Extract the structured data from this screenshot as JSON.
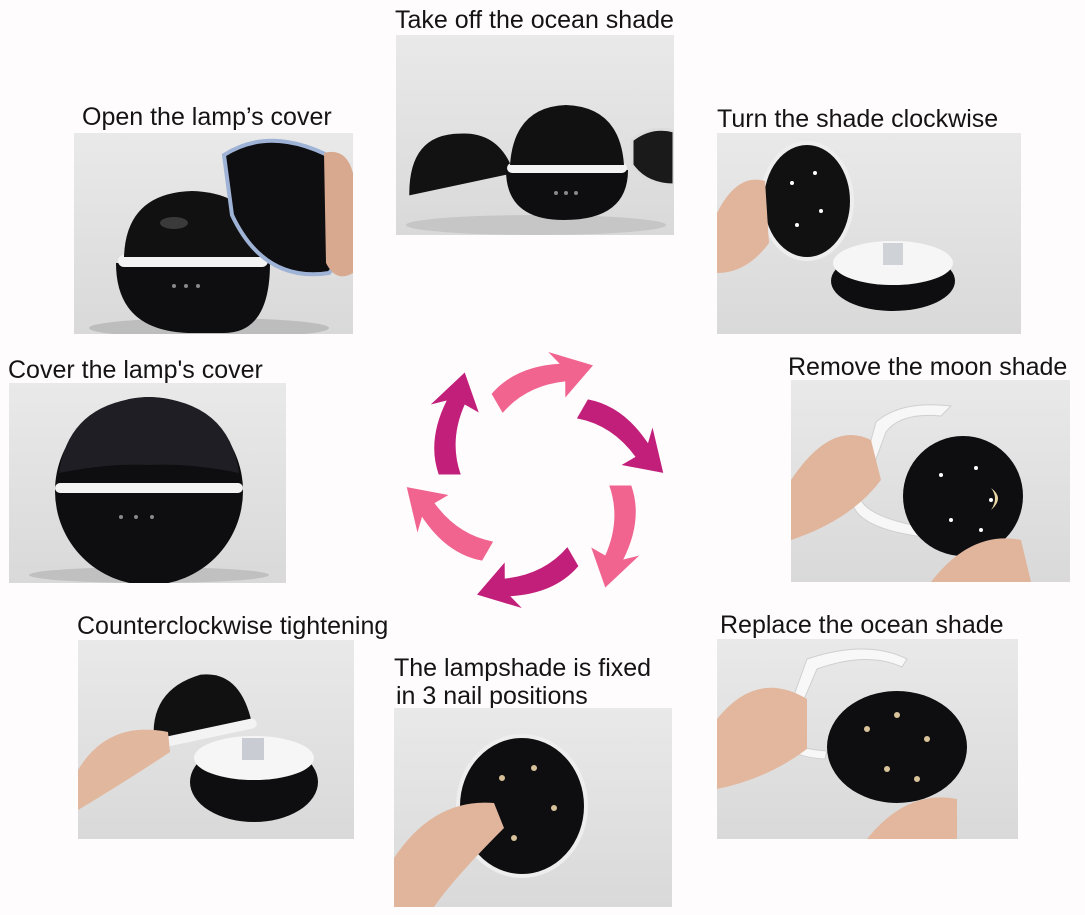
{
  "steps": [
    {
      "caption": "Open the lamp’s cover"
    },
    {
      "caption": "Take off the ocean shade"
    },
    {
      "caption": "Turn the shade clockwise"
    },
    {
      "caption": "Remove the moon shade"
    },
    {
      "caption": "Replace the ocean shade"
    },
    {
      "caption_line1": "The lampshade is fixed",
      "caption_line2": "in 3 nail positions"
    },
    {
      "caption": "Counterclockwise tightening"
    },
    {
      "caption": "Cover the lamp's cover"
    }
  ],
  "colors": {
    "page_background": "#fefcfd",
    "arrow_pink": "#f0648f",
    "arrow_magenta": "#c21f7a",
    "lamp_body": "#0e0e10",
    "lamp_ring": "#f3f3f3",
    "photo_backdrop": "#dedede"
  },
  "icons": [
    "cycle-arrow-icon"
  ]
}
